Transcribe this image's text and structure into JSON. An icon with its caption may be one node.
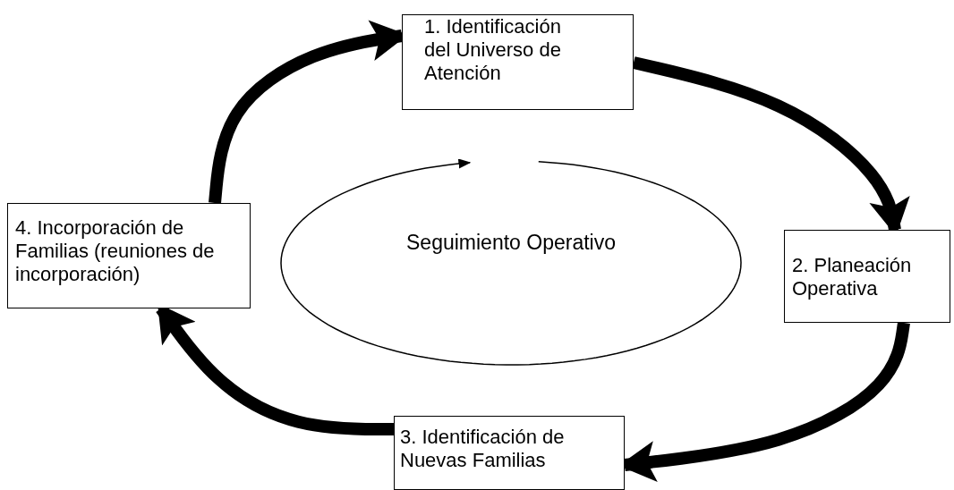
{
  "diagram": {
    "nodes": [
      {
        "text": [
          "1. Identificación del Universo de Atención"
        ]
      },
      {
        "text": [
          "2. Planeación Operativa"
        ]
      },
      {
        "text": [
          "3. Identificación de Nuevas Familias"
        ]
      },
      {
        "text": [
          "4. Incorporación de Familias (reuniones de incorporación)"
        ]
      },
      {
        "text": [
          "Seguimiento Operativo"
        ]
      }
    ],
    "edges": [
      {
        "from": 0,
        "to": 1,
        "arrow": "to"
      },
      {
        "from": 1,
        "to": 2,
        "arrow": "to"
      },
      {
        "from": 2,
        "to": 3,
        "arrow": "to"
      },
      {
        "from": 3,
        "to": 0,
        "arrow": "to"
      }
    ]
  }
}
